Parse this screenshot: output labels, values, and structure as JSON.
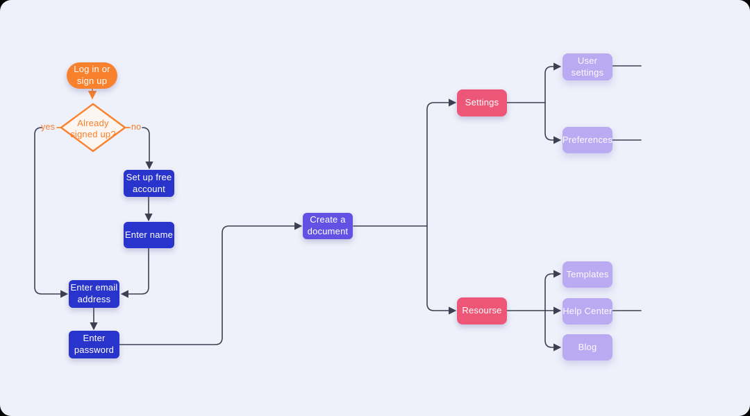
{
  "diagram": {
    "colors": {
      "page_behind": "#000000",
      "background": "#eef0fa",
      "orange": "#f8812e",
      "blue": "#2834cb",
      "purple": "#6152e4",
      "pink": "#ee5677",
      "light_purple": "#b9aaf1",
      "connector": "#3c4050",
      "diamond_fill": "#fdf5ef",
      "white_text": "#ffffff"
    },
    "nodes": {
      "login": {
        "label": "Log in or sign up"
      },
      "decision": {
        "label": "Already signed up?"
      },
      "setup_account": {
        "label": "Set up free account"
      },
      "enter_name": {
        "label": "Enter name"
      },
      "enter_email": {
        "label": "Enter email address"
      },
      "enter_password": {
        "label": "Enter password"
      },
      "create_document": {
        "label": "Create a document"
      },
      "settings": {
        "label": "Settings"
      },
      "resourse": {
        "label": "Resourse"
      },
      "user_settings": {
        "label": "User settings"
      },
      "preferences": {
        "label": "Preferences"
      },
      "templates": {
        "label": "Templates"
      },
      "help_center": {
        "label": "Help Center"
      },
      "blog": {
        "label": "Blog"
      }
    },
    "edge_labels": {
      "yes": "yes",
      "no": "no"
    },
    "connections": [
      {
        "from": "login",
        "to": "decision",
        "label": ""
      },
      {
        "from": "decision",
        "to": "enter_email",
        "label": "yes"
      },
      {
        "from": "decision",
        "to": "setup_account",
        "label": "no"
      },
      {
        "from": "setup_account",
        "to": "enter_name",
        "label": ""
      },
      {
        "from": "enter_name",
        "to": "enter_email",
        "label": ""
      },
      {
        "from": "enter_email",
        "to": "enter_password",
        "label": ""
      },
      {
        "from": "enter_password",
        "to": "create_document",
        "label": ""
      },
      {
        "from": "create_document",
        "to": "settings",
        "label": ""
      },
      {
        "from": "create_document",
        "to": "resourse",
        "label": ""
      },
      {
        "from": "settings",
        "to": "user_settings",
        "label": ""
      },
      {
        "from": "settings",
        "to": "preferences",
        "label": ""
      },
      {
        "from": "resourse",
        "to": "templates",
        "label": ""
      },
      {
        "from": "resourse",
        "to": "help_center",
        "label": ""
      },
      {
        "from": "resourse",
        "to": "blog",
        "label": ""
      }
    ]
  }
}
